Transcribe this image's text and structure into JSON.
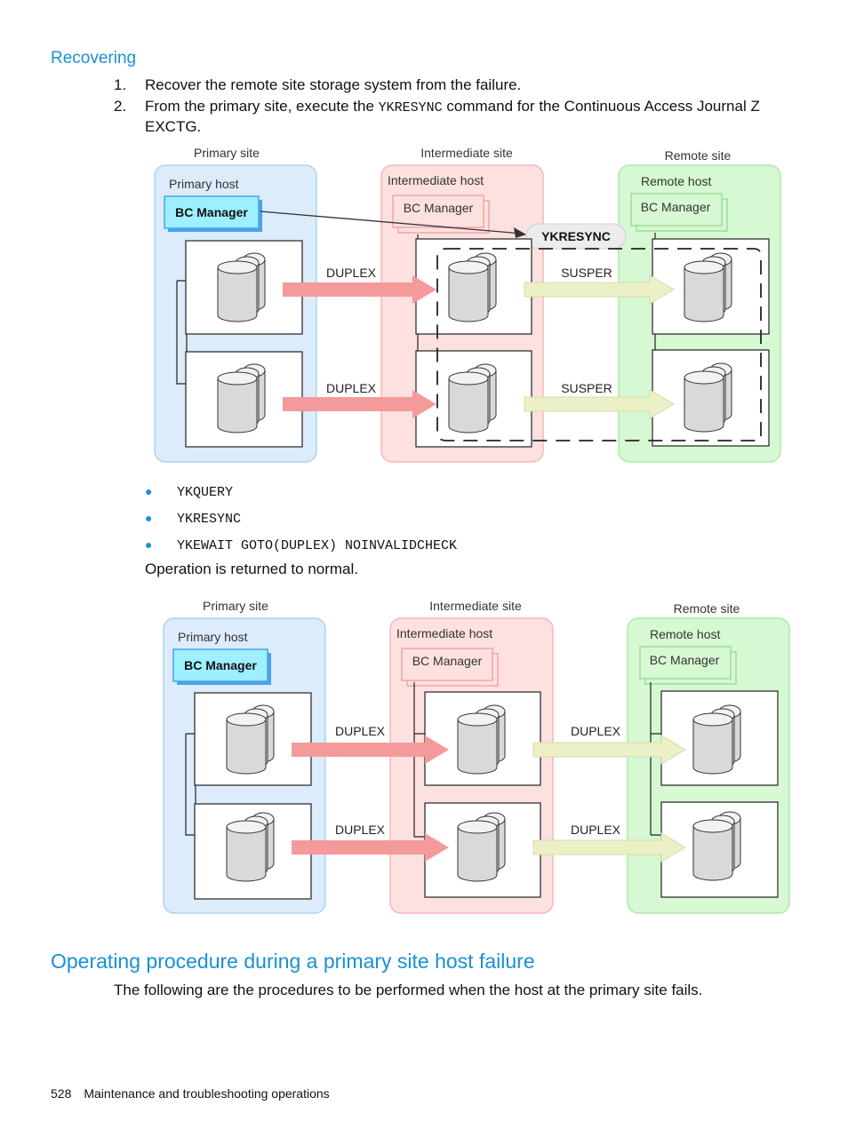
{
  "section": {
    "heading": "Recovering",
    "steps": [
      {
        "num": "1.",
        "text": "Recover the remote site storage system from the failure."
      },
      {
        "num": "2.",
        "pre": "From the primary site, execute the ",
        "code": "YKRESYNC",
        "post": " command for the Continuous Access Journal Z EXCTG."
      }
    ],
    "diagram1": {
      "sites": [
        "Primary site",
        "Intermediate site",
        "Remote site"
      ],
      "hosts": [
        "Primary host",
        "Intermediate host",
        "Remote host"
      ],
      "manager": "BC Manager",
      "command": "YKRESYNC",
      "link_left": [
        "DUPLEX",
        "DUPLEX"
      ],
      "link_right": [
        "SUSPER",
        "SUSPER"
      ]
    },
    "commands": [
      "YKQUERY",
      "YKRESYNC",
      "YKEWAIT GOTO(DUPLEX) NOINVALIDCHECK"
    ],
    "result": "Operation is returned to normal.",
    "diagram2": {
      "sites": [
        "Primary site",
        "Intermediate site",
        "Remote site"
      ],
      "hosts": [
        "Primary host",
        "Intermediate host",
        "Remote host"
      ],
      "manager": "BC Manager",
      "link_left": [
        "DUPLEX",
        "DUPLEX"
      ],
      "link_right": [
        "DUPLEX",
        "DUPLEX"
      ]
    }
  },
  "next_section": {
    "heading": "Operating procedure during a primary site host failure",
    "intro": "The following are the procedures to be performed when the host at the primary site fails."
  },
  "footer": {
    "page_number": "528",
    "title": "Maintenance and troubleshooting operations"
  },
  "colors": {
    "heading": "#1a8fd8",
    "primary_site": "#dcecfb",
    "intermediate_site": "#fde0e0",
    "remote_site": "#d6f8d2",
    "duplex_arrow": "#f59a9a",
    "suspend_arrow": "#ecf0c6"
  }
}
